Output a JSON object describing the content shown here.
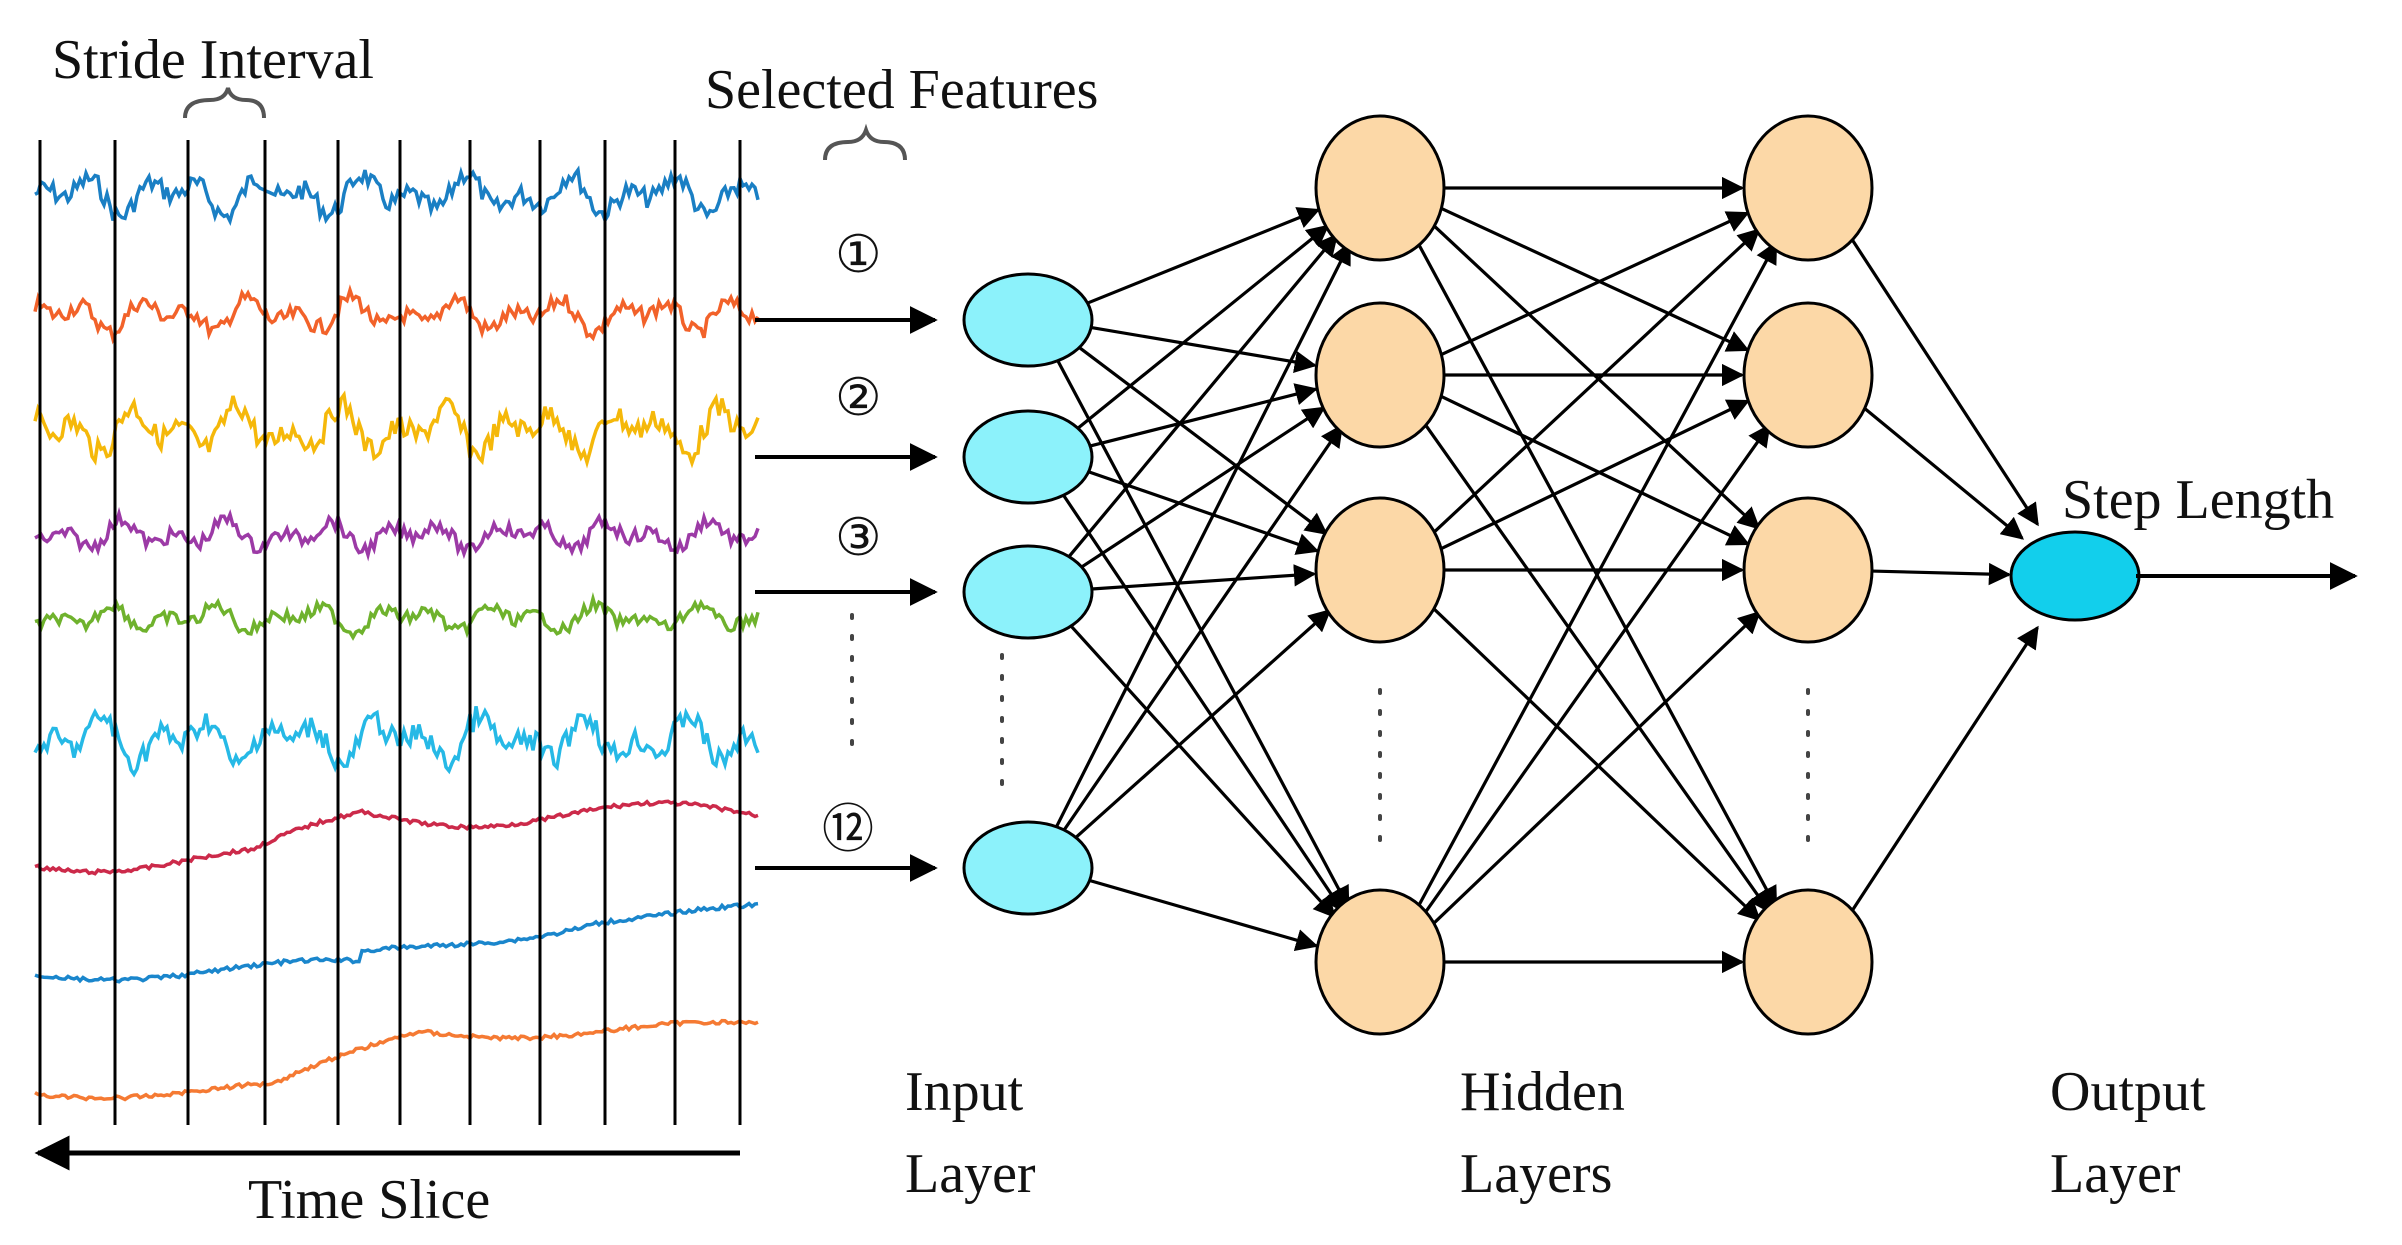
{
  "labels": {
    "stride_interval": "Stride Interval",
    "selected_features": "Selected Features",
    "time_slice": "Time Slice",
    "step_length": "Step Length",
    "input_layer_line1": "Input",
    "input_layer_line2": "Layer",
    "hidden_layers_line1": "Hidden",
    "hidden_layers_line2": "Layers",
    "output_layer_line1": "Output",
    "output_layer_line2": "Layer"
  },
  "feature_markers": [
    "①",
    "②",
    "③",
    "⑫"
  ],
  "signal_colors": [
    "#1a7fc4",
    "#f2622a",
    "#f5b80a",
    "#9c3aa6",
    "#6fb22d",
    "#26b9e6",
    "#cc2a4a",
    "#1a86cc",
    "#f57a33"
  ],
  "colors": {
    "input_node": "#8cf2fb",
    "hidden_node": "#fcd8a7",
    "output_node": "#12cfec",
    "line": "#000000"
  },
  "icons": [
    "curly-brace-icon",
    "arrow-icon"
  ]
}
